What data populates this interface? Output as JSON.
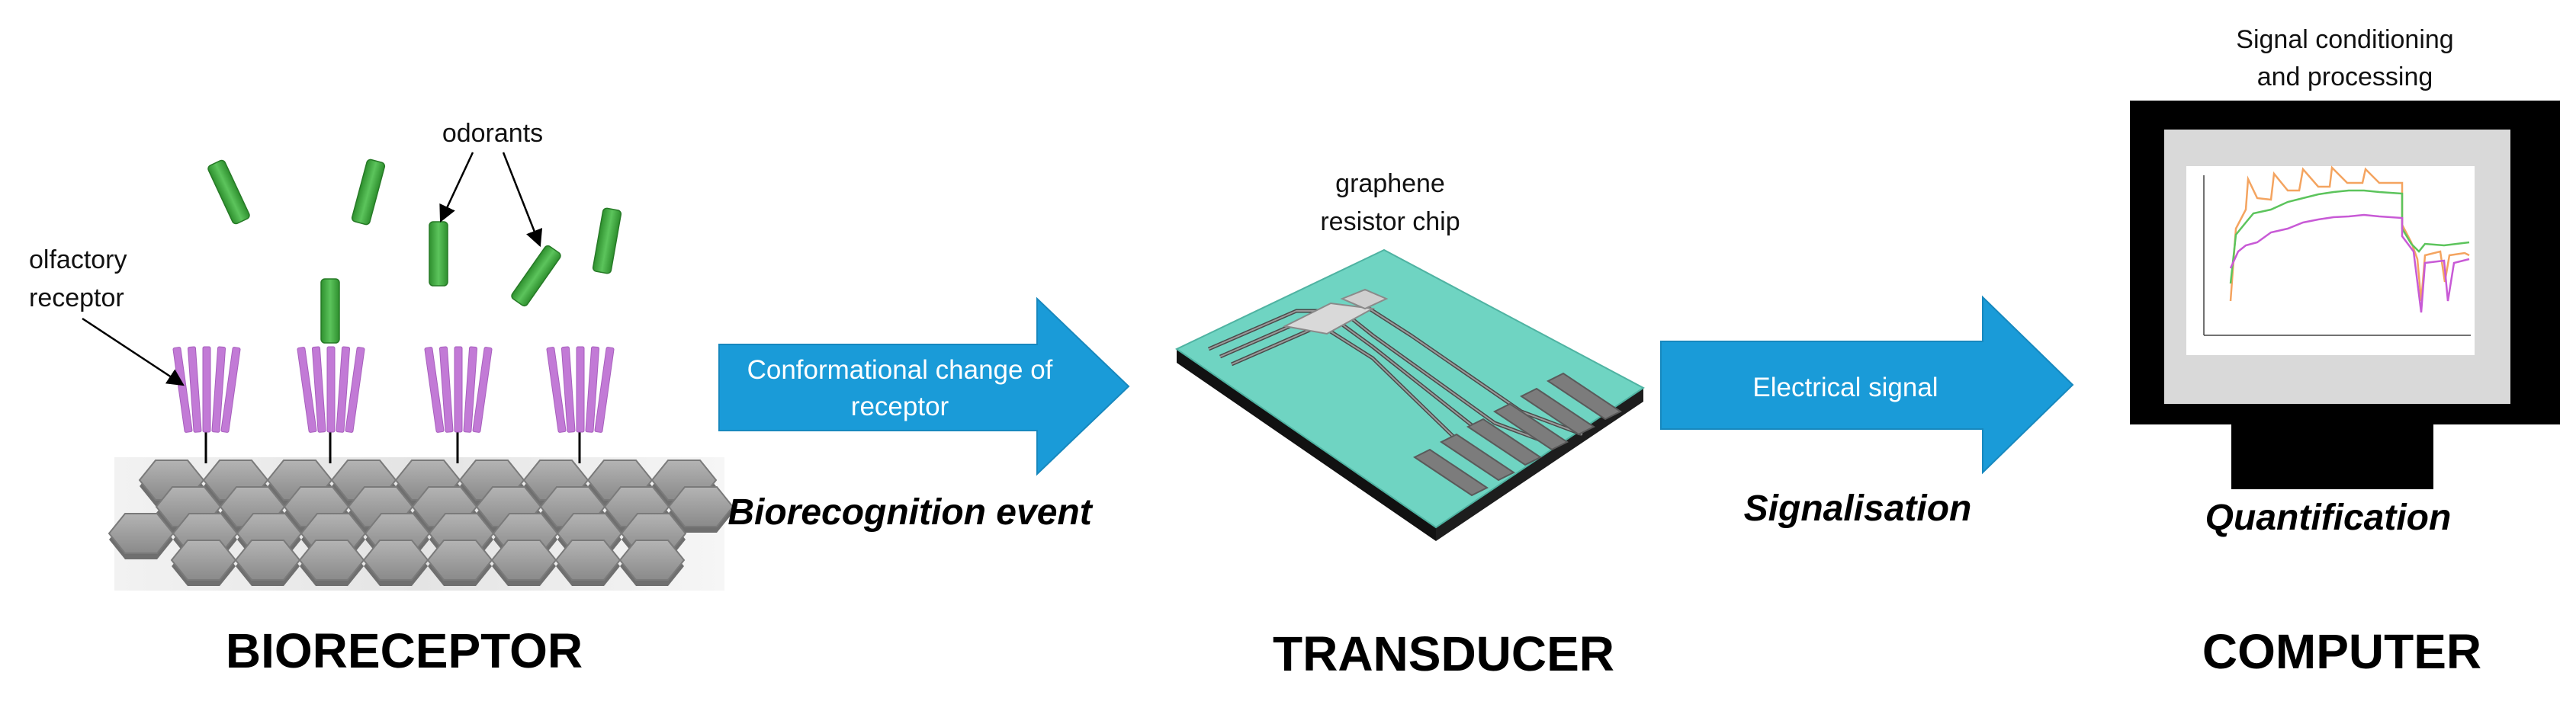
{
  "labels": {
    "odorants": "odorants",
    "olfactory_receptor_line1": "olfactory",
    "olfactory_receptor_line2": "receptor",
    "graphene_line1": "graphene",
    "graphene_line2": "resistor chip",
    "signal_line1": "Signal conditioning",
    "signal_line2": "and processing"
  },
  "arrows": {
    "arrow1_line1": "Conformational change of",
    "arrow1_line2": "receptor",
    "arrow2": "Electrical signal"
  },
  "events": {
    "biorecognition": "Biorecognition event",
    "signalisation": "Signalisation",
    "quantification": "Quantification"
  },
  "sections": {
    "bioreceptor": "BIORECEPTOR",
    "transducer": "TRANSDUCER",
    "computer": "COMPUTER"
  },
  "colors": {
    "arrow_blue": "#1a9bd8",
    "odorant_green": "#3aa63a",
    "receptor_purple": "#c27ad6",
    "hexagon_gray": "#9a9a9a",
    "chip_teal": "#6fd4c2",
    "monitor_black": "#000000"
  }
}
